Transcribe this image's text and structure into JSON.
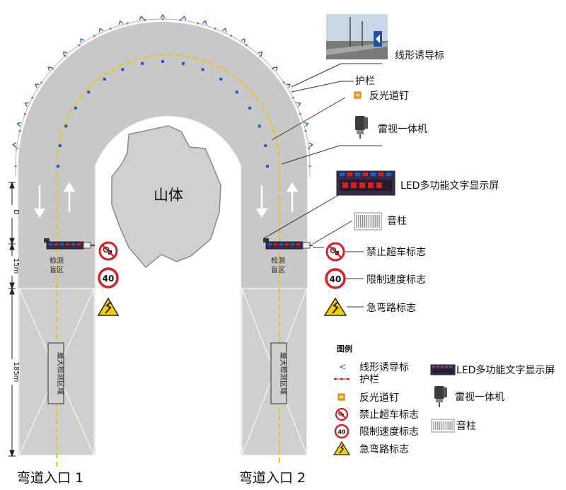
{
  "mountain_label": "山体",
  "callouts": {
    "chevron": "线形诱导标",
    "guardrail": "护栏",
    "stud": "反光道钉",
    "radar": "雷视一体机",
    "led": "LED多功能文字显示屏",
    "speaker": "音柱",
    "no_overtake": "禁止超车标志",
    "speed_limit": "限制速度标志",
    "sharp_curve": "急弯路标志"
  },
  "legend": {
    "title": "图例",
    "items": {
      "chevron": "线形诱导标",
      "guardrail": "护栏",
      "stud": "反光道钉",
      "no_overtake": "禁止超车标志",
      "speed_limit": "限制速度标志",
      "sharp_curve": "急弯路标志",
      "led": "LED多功能文字显示屏",
      "radar": "雷视一体机",
      "speaker": "音柱"
    }
  },
  "blind_zone_label": "检测盲区",
  "max_zone_label": "最大检测区域",
  "speed_value": "40",
  "dimensions": {
    "d": "D",
    "m15": "15m",
    "m185": "185m"
  },
  "entrances": {
    "left": "弯道入口 1",
    "right": "弯道入口 2"
  },
  "colors": {
    "road": "#c8c8c8",
    "centerline": "#f2c200",
    "stud": "#1f5fbf",
    "guardrail": "#d42020",
    "chevron": "#2c62c6",
    "sign_red": "#d42020",
    "sign_yellow": "#f5d000"
  }
}
